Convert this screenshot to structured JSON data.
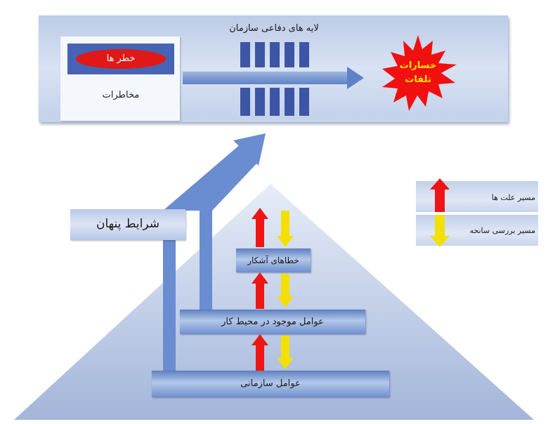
{
  "defense_panel": {
    "title": "لایه های دفاعی سازمان",
    "hazards_title": "خطر ها",
    "hazards_label": "مخاطرات",
    "losses_line1": "خسارات",
    "losses_line2": "تلفات"
  },
  "latent_conditions": "شرایط پنهان",
  "pyramid": {
    "level_top": "خطاهای آشکار",
    "level_middle": "عوامل موجود در محیط کار",
    "level_bottom": "عوامل سازمانی"
  },
  "legend": {
    "cause_path": "مسیر علت ها",
    "investigation_path": "مسیر بررسی سانحه"
  },
  "colors": {
    "panel": "#c9d6ec",
    "layer_block": "#3c55a5",
    "hazard_box": "#4763b3",
    "hazard_ellipse": "#e01818",
    "losses_star": "#f01010",
    "losses_text": "#ffe600",
    "cause_arrow": "#ee1515",
    "investigation_arrow": "#f3e000"
  }
}
